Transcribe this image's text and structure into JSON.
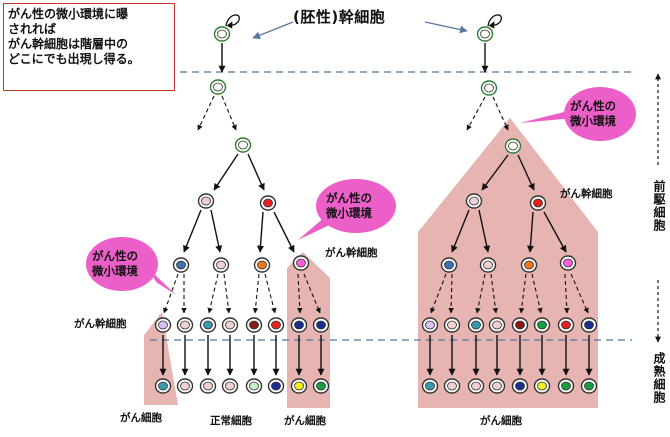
{
  "title": "(胚性)幹細胞",
  "note_lines": [
    "がん性の微小環境に曝",
    "されれば",
    "がん幹細胞は階層中の",
    "どこにでも出現し得る。"
  ],
  "bubble_label_lines": [
    "がん性の",
    "微小環境"
  ],
  "labels": {
    "cancer_stem_cell": "がん幹細胞",
    "cancer_cell": "がん細胞",
    "normal_cell": "正常細胞"
  },
  "axis": {
    "progenitor": "前駆細胞",
    "mature": "成熟細胞"
  },
  "colors": {
    "outline_cell": "#2e7d32",
    "cell_fill": "#fdfbf6",
    "pink_region": "#e6b4b1",
    "bubble": "#ec5fc8",
    "dashed_line": "#5577a0",
    "red": "#e82020",
    "blue": "#3d6fb5",
    "orange": "#f07818",
    "magenta": "#ff60e0",
    "teal": "#3a9bb0",
    "pink_light": "#f2d0d0",
    "dark_red": "#8a1a1a",
    "navy": "#1a2f90",
    "green": "#18a040",
    "mint": "#c8f0c8",
    "yellow": "#f0f020",
    "lavender": "#d8c0f0"
  }
}
